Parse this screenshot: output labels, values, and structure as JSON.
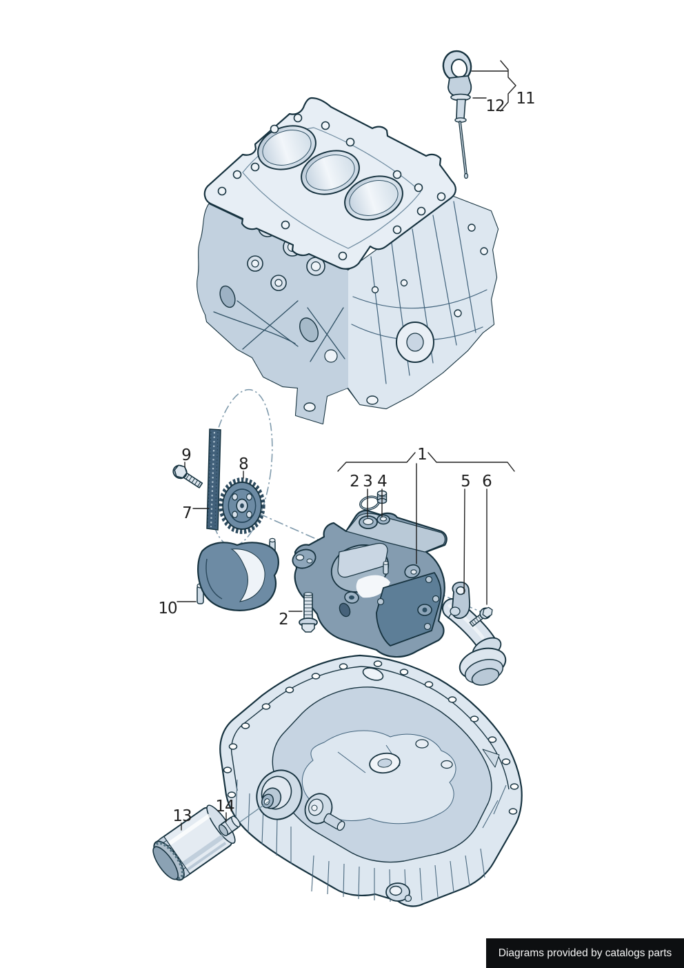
{
  "footer": {
    "text": "Diagrams provided by catalogs parts"
  },
  "callouts": {
    "c1": "1",
    "c2_top": "2",
    "c2_bottom": "2",
    "c3": "3",
    "c4": "4",
    "c5": "5",
    "c6": "6",
    "c7": "7",
    "c8": "8",
    "c9": "9",
    "c10": "10",
    "c11": "11",
    "c12": "12",
    "c13": "13",
    "c14": "14"
  },
  "palette": {
    "outline": "#16323f",
    "fill_light": "#e7eef5",
    "fill_mid": "#cfdce7",
    "fill_shaded": "#9fb4c6",
    "fill_dark": "#6d8ba4",
    "fill_darker": "#5d7e97",
    "label_color": "#1f1f1f",
    "phantom_line": "#7f9aac",
    "footer_bg": "#0d0f11",
    "footer_text": "#f5f5f5",
    "background": "#ffffff"
  }
}
